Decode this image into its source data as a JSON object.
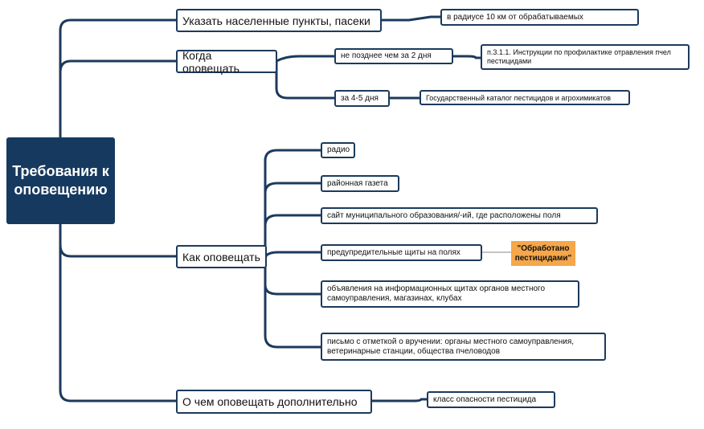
{
  "root": {
    "label": "Требования к оповещению"
  },
  "branches": {
    "where": {
      "label": "Указать населенные пункты, пасеки",
      "detail": "в радиусе 10 км от обрабатываемых"
    },
    "when": {
      "label": "Когда оповещать",
      "option1": "не позднее чем за 2 дня",
      "option1_ref": "п.3.1.1. Инструкции по профилактике отравления пчел пестицидами",
      "option2": "за 4-5 дня",
      "option2_ref": "Государственный каталог пестицидов и агрохимикатов"
    },
    "how": {
      "label": "Как оповещать",
      "items": [
        "радио",
        "районная газета",
        "сайт муниципального образования/-ий, где расположены поля",
        "предупредительные щиты на полях",
        "объявления на информационных щитах органов местного самоуправления, магазинах, клубах",
        "письмо с отметкой о вручении: органы местного самоуправления, ветеринарные станции, общества пчеловодов"
      ],
      "signs_note": "\"Обработано пестицидами\""
    },
    "extra": {
      "label": "О чем оповещать дополнительно",
      "detail": "класс опасности пестицида"
    }
  }
}
